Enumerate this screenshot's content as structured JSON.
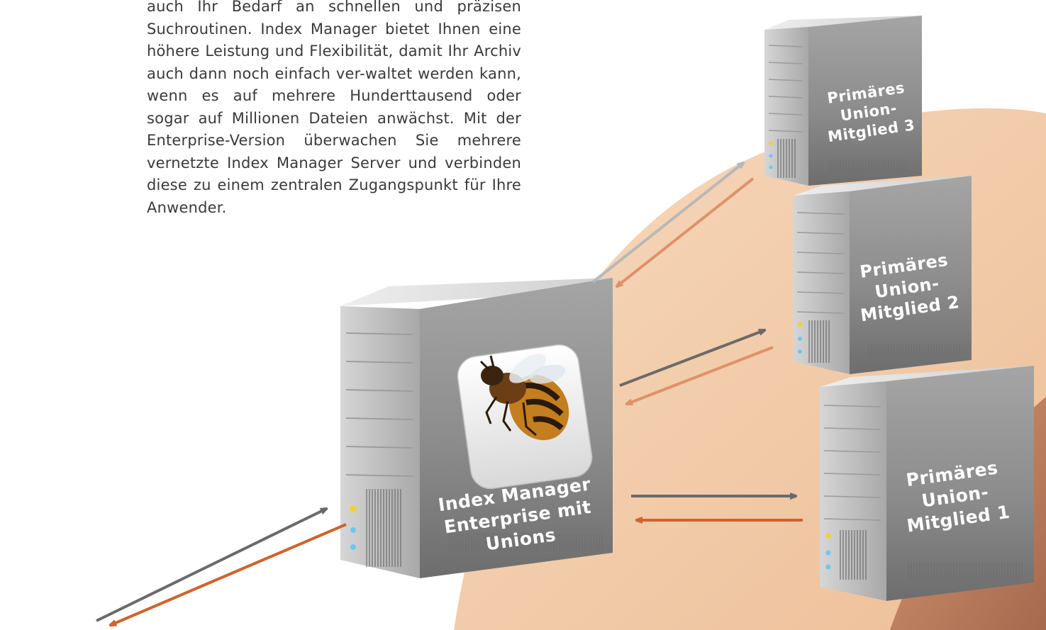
{
  "intro_text": "auch Ihr Bedarf an schnellen und präzisen Suchroutinen. Index Manager bietet Ihnen eine höhere Leistung und Flexibilität, damit Ihr Archiv auch dann noch einfach ver-waltet werden kann, wenn es auf mehrere Hunderttausend oder sogar auf Millionen Dateien anwächst. Mit der Enterprise-Version überwachen Sie mehrere vernetzte Index Manager Server und verbinden diese zu einem zentralen Zugangspunkt für Ihre Anwender.",
  "servers": {
    "main": {
      "line1": "Index Manager",
      "line2": "Enterprise mit",
      "line3": "Unions",
      "icon": "bee-icon"
    },
    "member1": {
      "line1": "Primäres",
      "line2": "Union-",
      "line3": "Mitglied 1"
    },
    "member2": {
      "line1": "Primäres",
      "line2": "Union-",
      "line3": "Mitglied 2"
    },
    "member3": {
      "line1": "Primäres",
      "line2": "Union-",
      "line3": "Mitglied 3"
    }
  },
  "colors": {
    "arrow_gray": "#6a6a6a",
    "arrow_orange": "#d2622a",
    "arrow_light_gray": "#b8b8b8",
    "arrow_light_orange": "#e0906a",
    "background_swoosh": "#f1cba9",
    "background_swoosh_dark": "#c8866a"
  }
}
